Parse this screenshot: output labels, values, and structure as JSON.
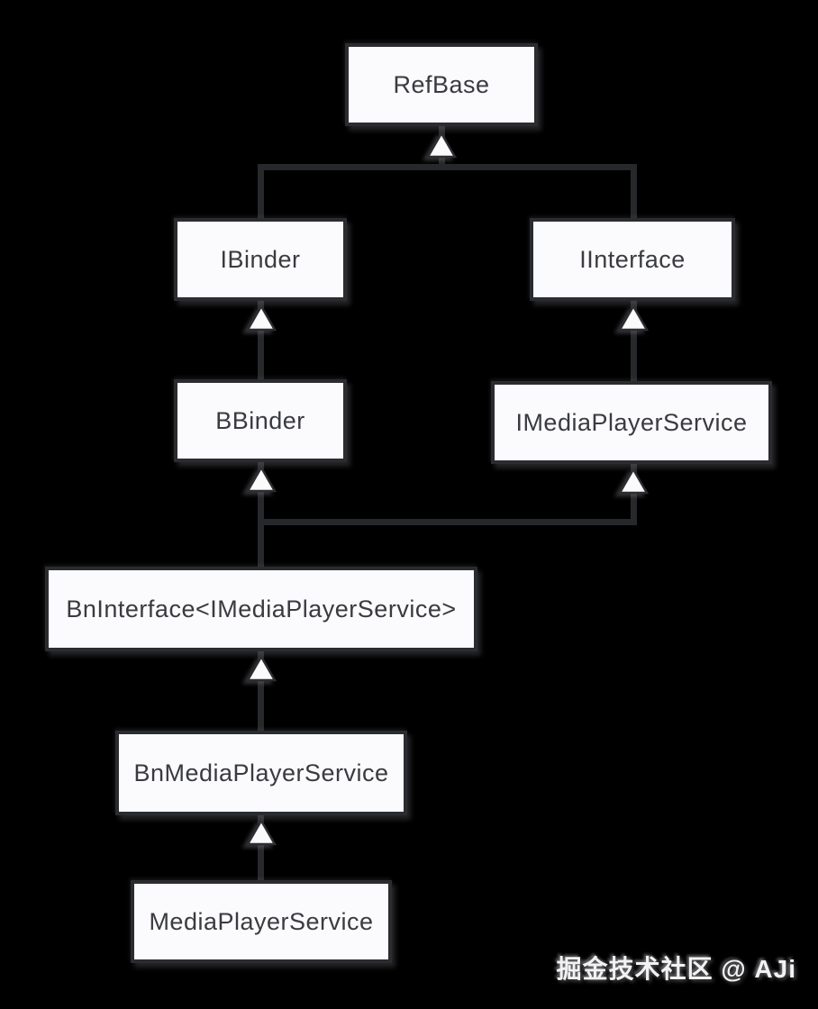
{
  "diagram": {
    "type": "uml-class-inheritance",
    "nodes": [
      {
        "id": "refbase",
        "label": "RefBase"
      },
      {
        "id": "ibinder",
        "label": "IBinder"
      },
      {
        "id": "iinterface",
        "label": "IInterface"
      },
      {
        "id": "bbinder",
        "label": "BBinder"
      },
      {
        "id": "imediaplayerservice",
        "label": "IMediaPlayerService"
      },
      {
        "id": "bninterface",
        "label": "BnInterface<IMediaPlayerService>"
      },
      {
        "id": "bnmediaplayerservice",
        "label": "BnMediaPlayerService"
      },
      {
        "id": "mediaplayerservice",
        "label": "MediaPlayerService"
      }
    ],
    "edges": [
      {
        "from": "IBinder",
        "to": "RefBase",
        "type": "generalization"
      },
      {
        "from": "IInterface",
        "to": "RefBase",
        "type": "generalization"
      },
      {
        "from": "BBinder",
        "to": "IBinder",
        "type": "generalization"
      },
      {
        "from": "IMediaPlayerService",
        "to": "IInterface",
        "type": "generalization"
      },
      {
        "from": "BnInterface<IMediaPlayerService>",
        "to": "BBinder",
        "type": "generalization"
      },
      {
        "from": "BnInterface<IMediaPlayerService>",
        "to": "IMediaPlayerService",
        "type": "generalization"
      },
      {
        "from": "BnMediaPlayerService",
        "to": "BnInterface<IMediaPlayerService>",
        "type": "generalization"
      },
      {
        "from": "MediaPlayerService",
        "to": "BnMediaPlayerService",
        "type": "generalization"
      }
    ],
    "colors": {
      "background": "#000000",
      "box_fill": "#fbfbfd",
      "box_border": "#2a2c30",
      "line": "#27282b",
      "text": "#3a3b3f",
      "arrow_fill": "#fafafa"
    }
  },
  "watermark": {
    "text": "掘金技术社区 @ AJi"
  }
}
